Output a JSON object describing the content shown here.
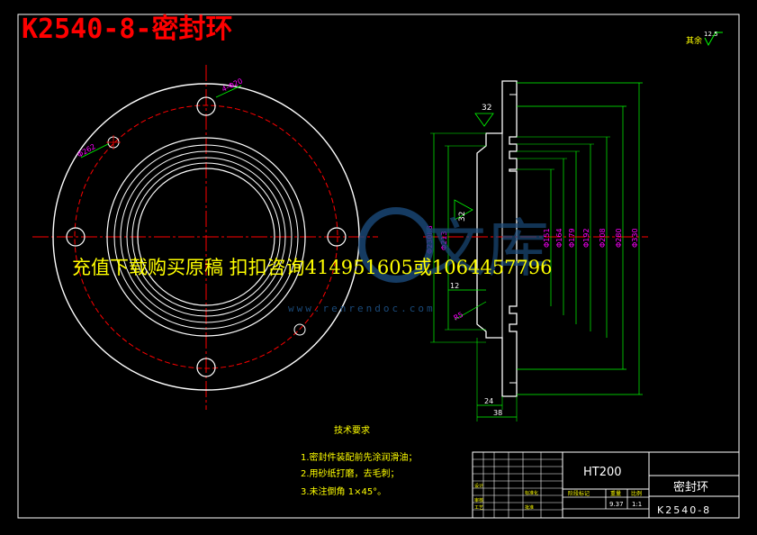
{
  "header": {
    "title": "K2540-8-密封环"
  },
  "surface_finish": {
    "label": "其余",
    "value": "12.5"
  },
  "front_view": {
    "dim_hole_count": "4-Φ20",
    "dim_pcd": "Φ262"
  },
  "section_view": {
    "angle_top": "32",
    "angle_mid": "32",
    "dim_left": [
      "Φ230h8",
      "Φ213"
    ],
    "dim_right": [
      "Φ151",
      "Φ164",
      "Φ179",
      "Φ192",
      "Φ208",
      "Φ280",
      "Φ330"
    ],
    "dim_12": "12",
    "dim_r5": "R5",
    "dim_24": "24",
    "dim_38": "38"
  },
  "watermark": {
    "promo_text": "充值下载购买原稿 扣扣咨询414951605或1064457796",
    "site": "www.renrendoc.com",
    "logo_char": "文库"
  },
  "tech_req": {
    "title": "技术要求",
    "items": [
      "1.密封件装配前先涂润滑油；",
      "2.用砂纸打磨，去毛刺；",
      "3.未注倒角 1×45°。"
    ]
  },
  "title_block": {
    "material": "HT200",
    "part_name": "密封环",
    "drawing_no": "K2540-8",
    "label_stage": "阶段标记",
    "label_weight": "重量",
    "label_scale": "比例",
    "weight": "9.37",
    "scale": "1:1",
    "label_standard": "标准化",
    "label_design": "设计",
    "label_check": "审核",
    "label_process": "工艺",
    "label_approve": "批准"
  },
  "colors": {
    "background": "#000000",
    "outline": "#ffffff",
    "dimension": "#00ff00",
    "centerline": "#ff0000",
    "dim_text": "#ff00ff",
    "title_red": "#ff0000",
    "watermark": "#ffff00",
    "tech_text": "#ffff00"
  }
}
